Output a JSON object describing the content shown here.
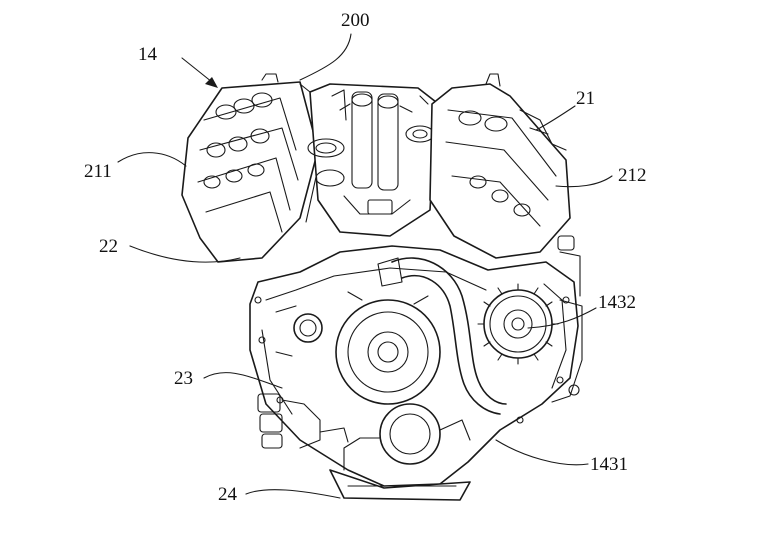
{
  "figure": {
    "background": "#ffffff",
    "line_color": "#1a1a1a",
    "labels": [
      {
        "id": "label-14",
        "text": "14"
      },
      {
        "id": "label-200",
        "text": "200"
      },
      {
        "id": "label-21",
        "text": "21"
      },
      {
        "id": "label-211",
        "text": "211"
      },
      {
        "id": "label-212",
        "text": "212"
      },
      {
        "id": "label-22",
        "text": "22"
      },
      {
        "id": "label-1432",
        "text": "1432"
      },
      {
        "id": "label-23",
        "text": "23"
      },
      {
        "id": "label-1431",
        "text": "1431"
      },
      {
        "id": "label-24",
        "text": "24"
      }
    ]
  }
}
